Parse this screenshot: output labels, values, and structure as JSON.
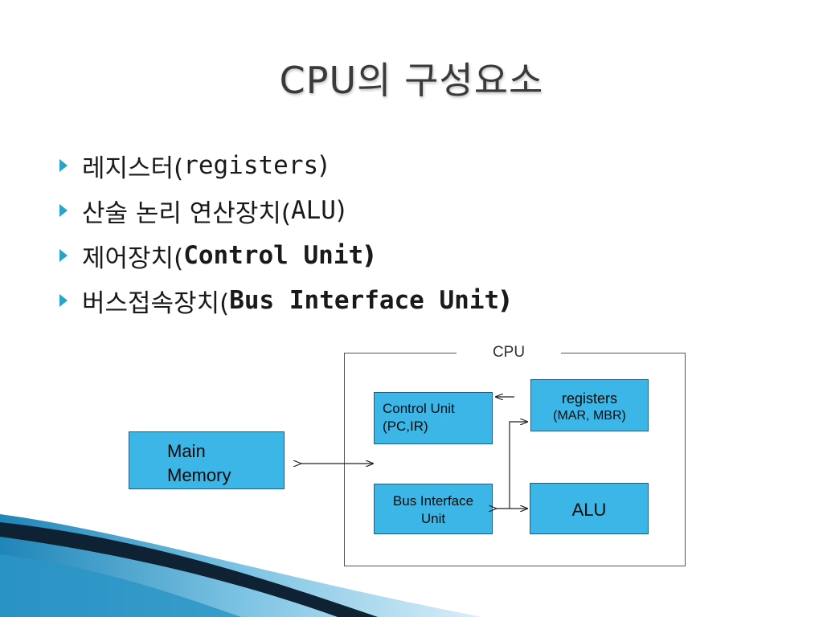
{
  "slide": {
    "title": "CPU의 구성요소"
  },
  "bullets": [
    {
      "prefix": "레지스터(",
      "term": "registers",
      "suffix": ")"
    },
    {
      "prefix": "산술 논리 연산장치(",
      "term": "ALU",
      "suffix": ")"
    },
    {
      "prefix": "제어장치(",
      "term": "Control Unit",
      "suffix": ")"
    },
    {
      "prefix": "버스접속장치(",
      "term": "Bus Interface Unit",
      "suffix": ")"
    }
  ],
  "diagram": {
    "cpu_label": "CPU",
    "main_memory": {
      "line1": "Main",
      "line2": "Memory"
    },
    "control_unit": {
      "line1": "Control Unit",
      "line2": "(PC,IR)"
    },
    "registers": {
      "line1": "registers",
      "line2": "(MAR, MBR)"
    },
    "bus_interface_unit": {
      "line1": "Bus Interface",
      "line2": "Unit"
    },
    "alu": {
      "label": "ALU"
    }
  },
  "colors": {
    "box_fill": "#3cb6e6",
    "bullet_marker": "#2aa3c8",
    "wave_dark": "#0e2233",
    "wave_blue": "#1f86b8"
  }
}
